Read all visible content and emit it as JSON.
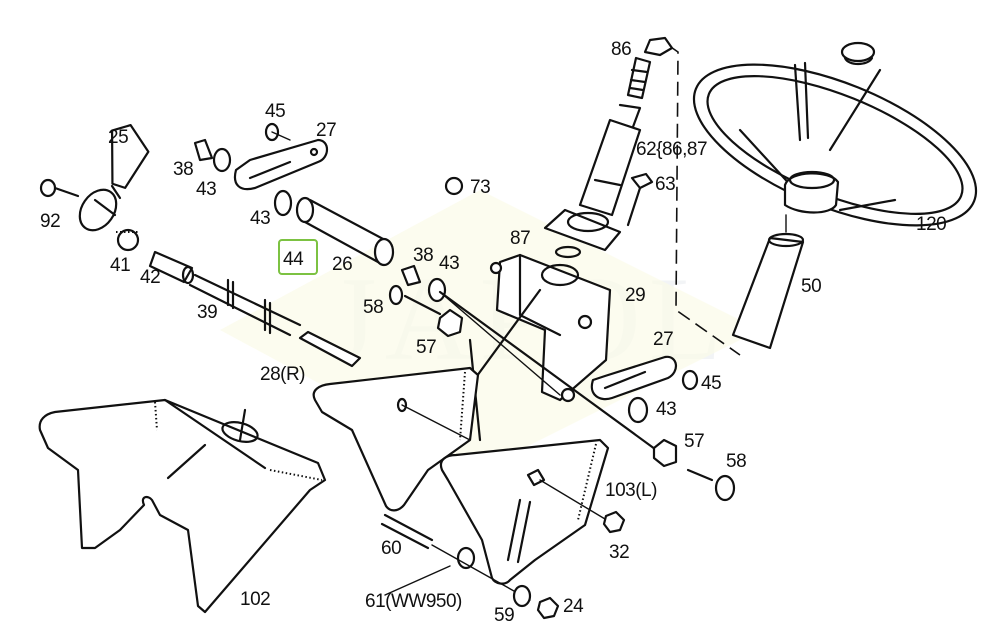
{
  "diagram": {
    "title": "Steering assembly exploded view",
    "watermark": "JAPOL",
    "highlight_color": "#7cc242",
    "highlighted_part": "44",
    "labels": {
      "p86": "86",
      "p62": "62{86,87",
      "p63": "63",
      "p120": "120",
      "p50": "50",
      "p87": "87",
      "p29": "29",
      "p73": "73",
      "p25": "25",
      "p45a": "45",
      "p27a": "27",
      "p38a": "38",
      "p43a": "43",
      "p43b": "43",
      "p92": "92",
      "p41": "41",
      "p42": "42",
      "p44": "44",
      "p26": "26",
      "p38b": "38",
      "p43c": "43",
      "p58a": "58",
      "p57a": "57",
      "p39": "39",
      "p28": "28(R)",
      "p27b": "27",
      "p45b": "45",
      "p43d": "43",
      "p57b": "57",
      "p58b": "58",
      "p103": "103(L)",
      "p32": "32",
      "p60": "60",
      "p61": "61(WW950)",
      "p59": "59",
      "p24": "24",
      "p102": "102"
    }
  }
}
